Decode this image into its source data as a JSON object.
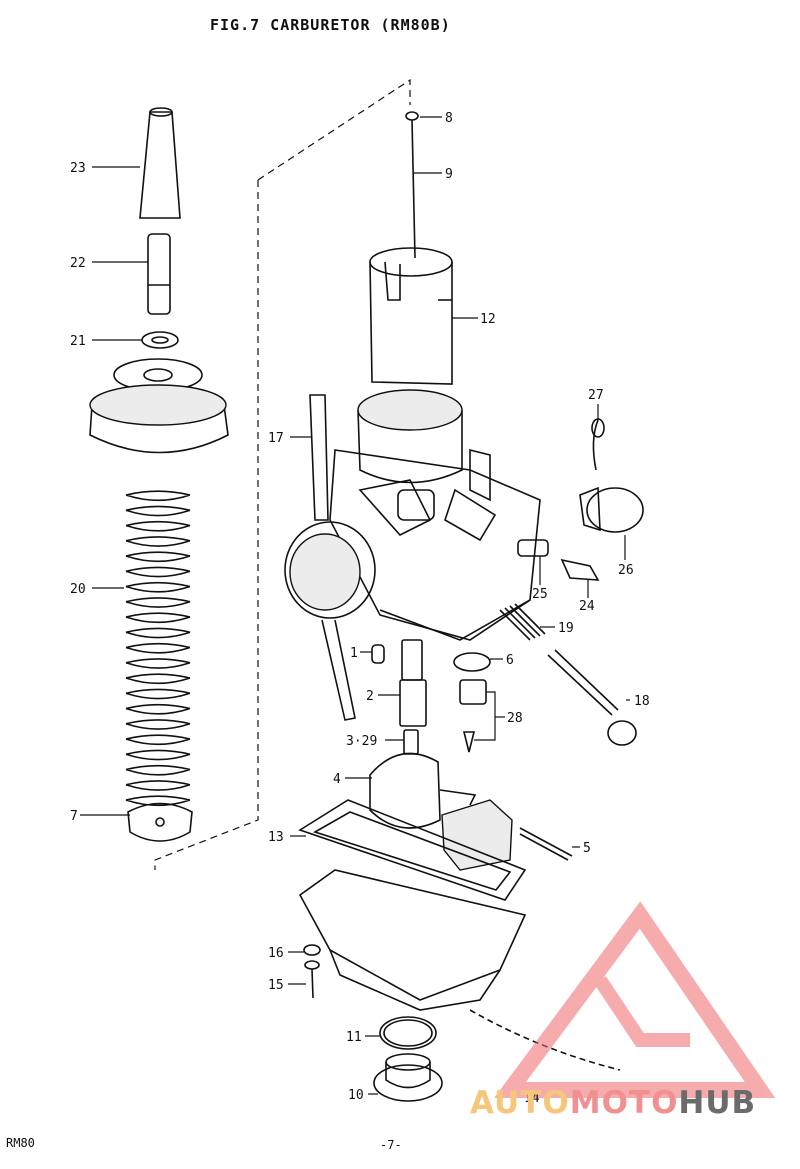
{
  "title": "FIG.7  CARBURETOR (RM80B)",
  "footer": {
    "model": "RM80",
    "page": "-7-"
  },
  "watermark": {
    "part1": "AUTO",
    "part2": "MOTO",
    "part3": "HUB"
  },
  "callouts": [
    {
      "id": "c23",
      "text": "23"
    },
    {
      "id": "c22",
      "text": "22"
    },
    {
      "id": "c21",
      "text": "21"
    },
    {
      "id": "c20",
      "text": "20"
    },
    {
      "id": "c7",
      "text": "7"
    },
    {
      "id": "c8",
      "text": "8"
    },
    {
      "id": "c9",
      "text": "9"
    },
    {
      "id": "c12",
      "text": "12"
    },
    {
      "id": "c17",
      "text": "17"
    },
    {
      "id": "c27",
      "text": "27"
    },
    {
      "id": "c26",
      "text": "26"
    },
    {
      "id": "c25",
      "text": "25"
    },
    {
      "id": "c24",
      "text": "24"
    },
    {
      "id": "c19",
      "text": "19"
    },
    {
      "id": "c18",
      "text": "18"
    },
    {
      "id": "c6",
      "text": "6"
    },
    {
      "id": "c28",
      "text": "28"
    },
    {
      "id": "c1",
      "text": "1"
    },
    {
      "id": "c2",
      "text": "2"
    },
    {
      "id": "c329",
      "text": "3·29"
    },
    {
      "id": "c4",
      "text": "4"
    },
    {
      "id": "c5",
      "text": "5"
    },
    {
      "id": "c13",
      "text": "13"
    },
    {
      "id": "c16",
      "text": "16"
    },
    {
      "id": "c15",
      "text": "15"
    },
    {
      "id": "c11",
      "text": "11"
    },
    {
      "id": "c10",
      "text": "10"
    },
    {
      "id": "c14",
      "text": "14"
    }
  ]
}
